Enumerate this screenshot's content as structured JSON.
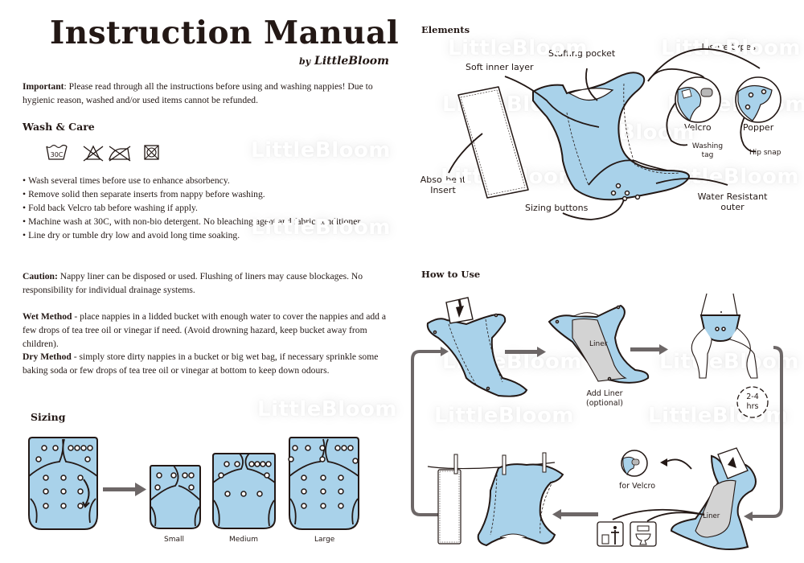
{
  "header": {
    "title": "Instruction Manual",
    "by": "by",
    "brand": "LittleBloom"
  },
  "watermark": "LittleBloom",
  "important": {
    "label": "Important",
    "text": ": Please read through all the instructions before using and washing nappies! Due to hygienic reason, washed and/or used items cannot be refunded."
  },
  "wash_care": {
    "heading": "Wash & Care",
    "symbols": [
      {
        "icon": "wash-30c-icon",
        "text": "30C"
      },
      {
        "icon": "do-not-bleach-icon"
      },
      {
        "icon": "do-not-iron-icon"
      },
      {
        "icon": "do-not-tumble-dry-icon"
      }
    ],
    "bullets": [
      "Wash several times before use to enhance absorbency.",
      "Remove solid then separate inserts from nappy before washing.",
      "Fold back Velcro tab before washing if apply.",
      "Machine wash at 30C, with non-bio detergent. No bleaching agent and fabric conditioner.",
      "Line dry or tumble dry low and avoid long time soaking."
    ]
  },
  "caution": {
    "label": "Caution:",
    "text": " Nappy liner can be disposed or used. Flushing of liners may cause blockages. No responsibility for individual drainage systems."
  },
  "wet_method": {
    "label": "Wet Method",
    "text": " - place nappies in a lidded bucket with enough water to cover the nappies and add a few drops of tea tree oil or vinegar if need. (Avoid drowning hazard, keep bucket away from children)."
  },
  "dry_method": {
    "label": "Dry Method",
    "text": " - simply store dirty nappies in a bucket or big wet bag, if necessary sprinkle some baking soda or few drops of tea tree oil or vinegar at bottom to keep down odours."
  },
  "sizing": {
    "heading": "Sizing",
    "sizes": [
      "Small",
      "Medium",
      "Large"
    ]
  },
  "elements": {
    "heading": "Elements",
    "labels": {
      "soft_inner": "Soft inner layer",
      "stuffing_pocket": "Stuffing pocket",
      "closure_types": "Closure types",
      "velcro": "Velcro",
      "popper": "Popper",
      "washing_tag_1": "Washing",
      "washing_tag_2": "tag",
      "hip_snap": "Hip snap",
      "absorbent_1": "Absorbent",
      "absorbent_2": "Insert",
      "sizing_buttons": "Sizing buttons",
      "water_resistant_1": "Water Resistant",
      "water_resistant_2": "outer"
    }
  },
  "how_to_use": {
    "heading": "How to Use",
    "liner": "Liner",
    "add_liner_1": "Add Liner",
    "add_liner_2": "(optional)",
    "timer_1": "2-4",
    "timer_2": "hrs",
    "for_velcro": "for Velcro",
    "liner_2": "Liner"
  },
  "colors": {
    "nappy_blue": "#a9d2ea",
    "ink": "#231815",
    "arrow_gray": "#6d6767",
    "liner_gray": "#d3d3d3"
  }
}
